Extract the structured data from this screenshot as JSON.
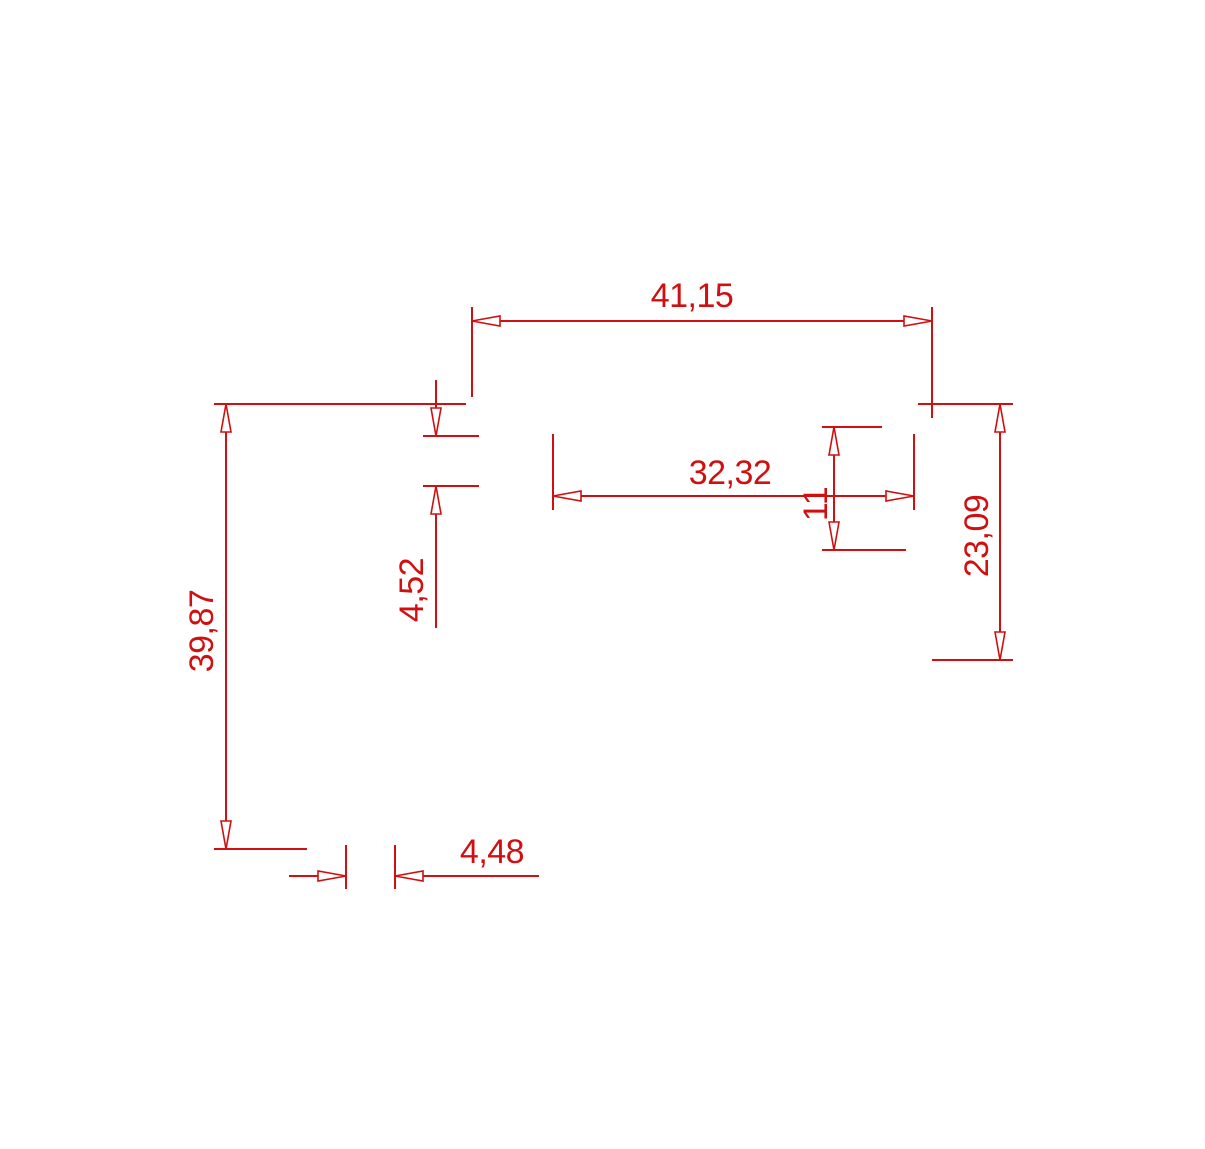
{
  "drawing": {
    "line_color": "#d01010",
    "dimensions": {
      "top_width": "41,15",
      "inner_width": "32,32",
      "left_height": "39,87",
      "right_height": "23,09",
      "gap_height": "4,52",
      "small_height": "11",
      "bottom_gap": "4,48"
    }
  }
}
